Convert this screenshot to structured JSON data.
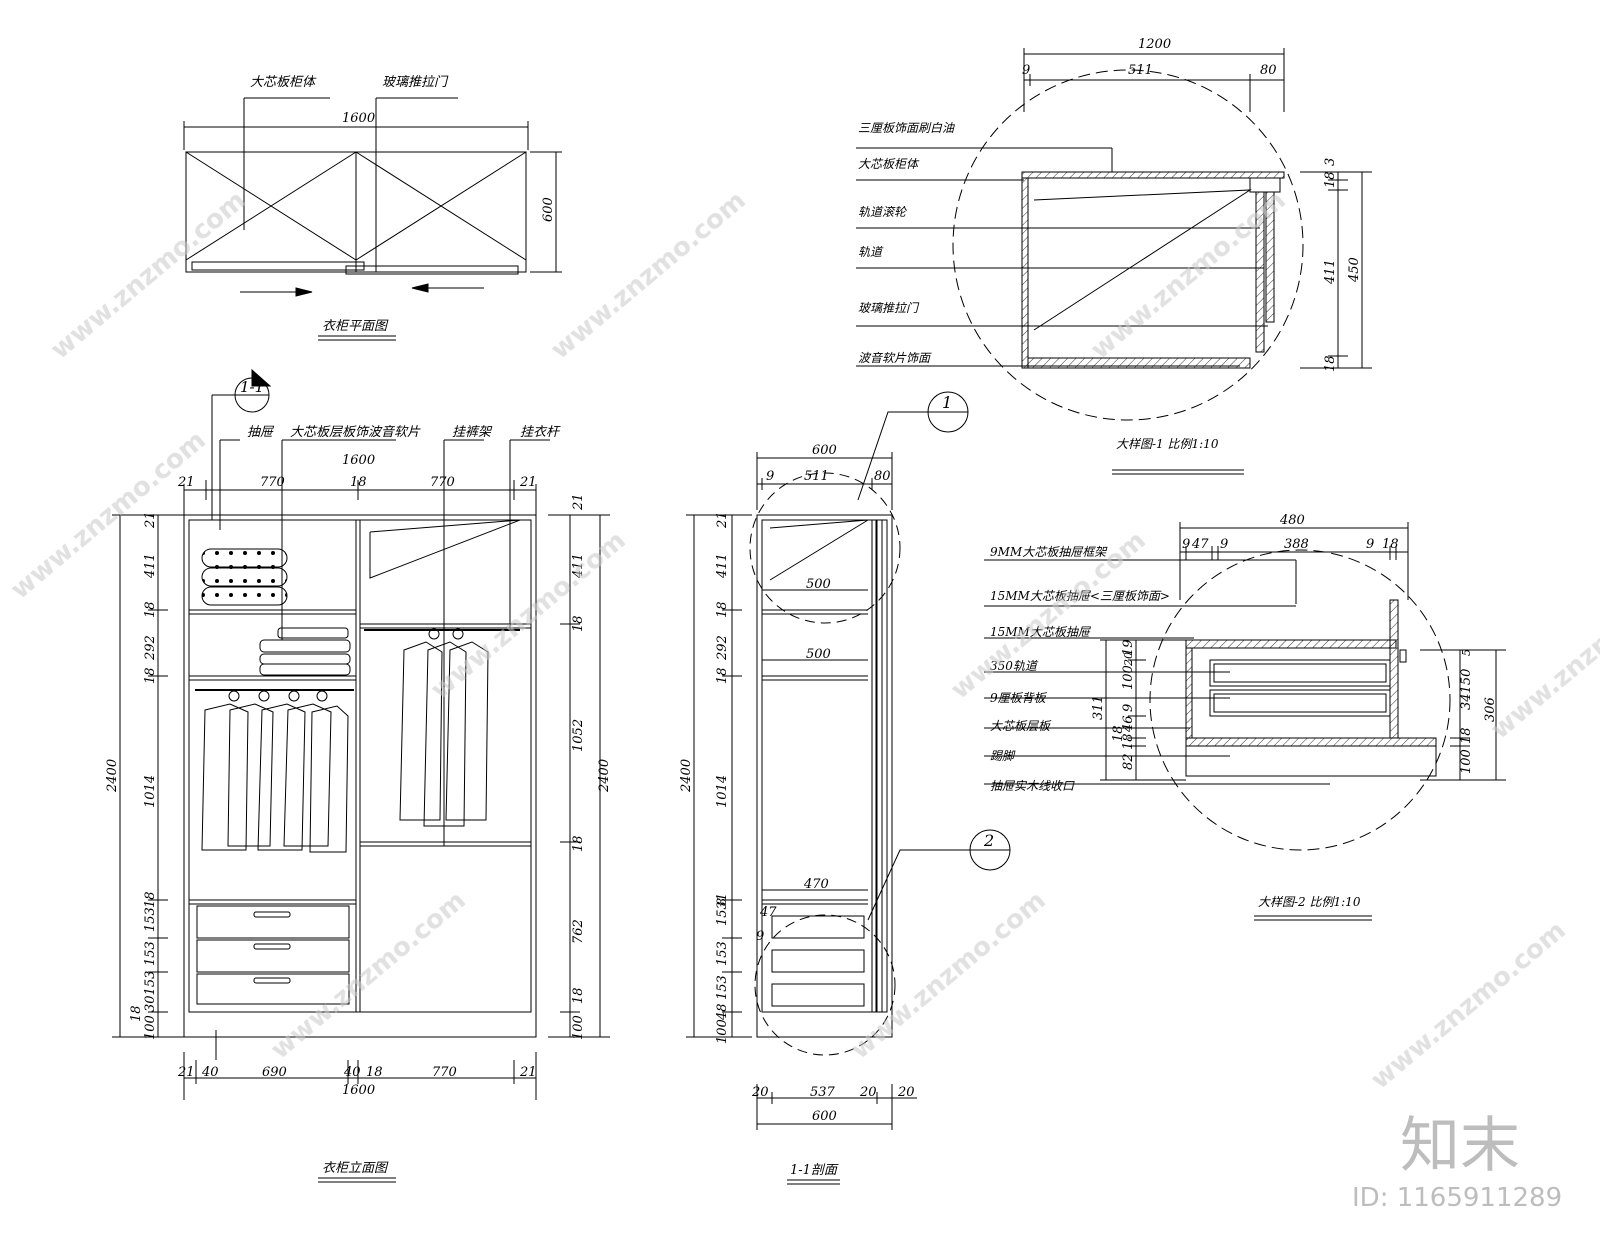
{
  "plan": {
    "labels": [
      "大芯板柜体",
      "玻璃推拉门"
    ],
    "width": "1600",
    "depth": "600",
    "title": "衣柜平面图"
  },
  "elevation": {
    "section_mark": "1-1",
    "labels": [
      "抽屉",
      "大芯板层板饰波音软片",
      "挂裤架",
      "挂衣杆"
    ],
    "top_total": "1600",
    "top_dims": [
      "21",
      "770",
      "18",
      "770",
      "21"
    ],
    "left_dims": [
      "21",
      "411",
      "18",
      "292",
      "18",
      "1014",
      "18",
      "153",
      "153",
      "30153",
      "18",
      "100"
    ],
    "left_total": "2400",
    "right_dims": [
      "21",
      "411",
      "18",
      "1052",
      "18",
      "762",
      "18",
      "100"
    ],
    "right_total": "2400",
    "bottom_dims": [
      "21",
      "40",
      "690",
      "40",
      "18",
      "770",
      "21"
    ],
    "bottom_total": "1600",
    "title": "衣柜立面图"
  },
  "section": {
    "callouts": [
      "1",
      "2"
    ],
    "top_total": "600",
    "top_dims": [
      "9",
      "511",
      "80"
    ],
    "inner_dims": [
      "500",
      "500",
      "470",
      "47",
      "9"
    ],
    "left_dims": [
      "21",
      "411",
      "18",
      "292",
      "18",
      "1014",
      "1531",
      "8",
      "153",
      "153",
      "48",
      "100"
    ],
    "left_total": "2400",
    "bottom_dims": [
      "20",
      "537",
      "20",
      "20"
    ],
    "bottom_total": "600",
    "title": "1-1剖面"
  },
  "detail1": {
    "top_total": "1200",
    "top_dims": [
      "9",
      "511",
      "80"
    ],
    "labels": [
      "三厘板饰面刷白油",
      "大芯板柜体",
      "轨道滚轮",
      "轨道",
      "玻璃推拉门",
      "波音软片饰面"
    ],
    "right_dims": [
      "18",
      "3",
      "411",
      "18"
    ],
    "right_total": "450",
    "title": "大样图-1  比例1:10"
  },
  "detail2": {
    "top_total": "480",
    "top_dims": [
      "9",
      "47",
      "9",
      "388",
      "9",
      "18"
    ],
    "labels": [
      "9MM大芯板抽屉框架",
      "15MM大芯板抽屉<三厘板饰面>",
      "15MM大芯板抽屉",
      "350轨道",
      "9厘板背板",
      "大芯板层板",
      "踢脚",
      "抽屉实木线收口"
    ],
    "left_dims": [
      "19",
      "20",
      "100",
      "9",
      "46",
      "18",
      "18",
      "82"
    ],
    "left_total": "311",
    "right_dims": [
      "5",
      "34150",
      "18",
      "100"
    ],
    "right_total": "306",
    "title": "大样图-2 比例1:10"
  },
  "watermark": {
    "site": "www.znzmo.com",
    "brand": "知末",
    "id": "ID: 1165911289"
  }
}
